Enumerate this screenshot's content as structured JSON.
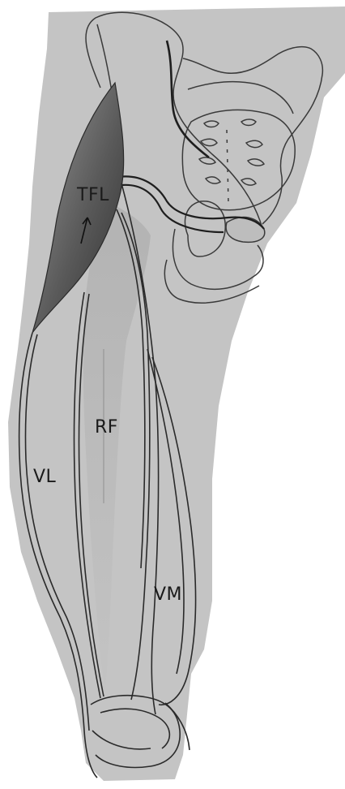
{
  "figure": {
    "labels": {
      "tfl": "TFL",
      "rf": "RF",
      "vl": "VL",
      "vm": "VM"
    },
    "arrow_icon": "up-arrow-icon",
    "colors": {
      "background": "#ffffff",
      "silhouette": "#c4c4c4",
      "tfl_dark": "#3a3a3a",
      "tfl_light": "#9a9a9a",
      "outline": "#2a2a2a",
      "outline_light": "#5a5a5a"
    }
  }
}
